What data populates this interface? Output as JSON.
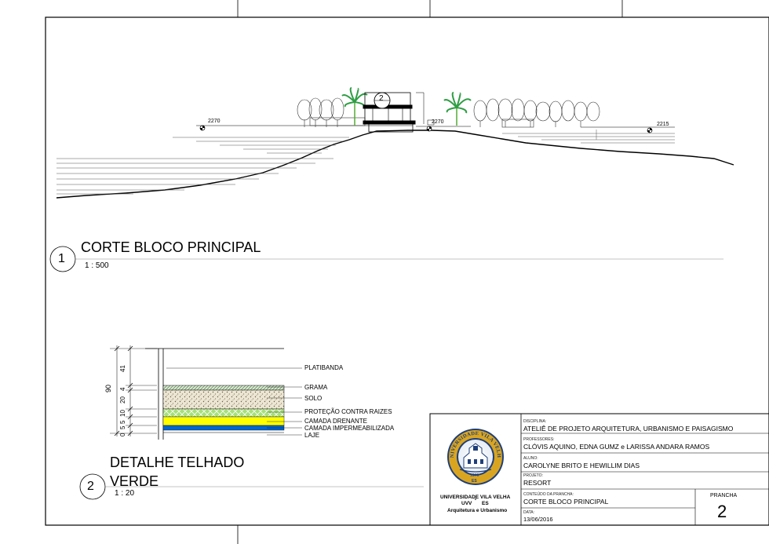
{
  "section": {
    "number": "1",
    "title": "CORTE BLOCO PRINCIPAL",
    "scale": "1 : 500",
    "callout": "2",
    "levels": [
      "2270",
      "2270",
      "2215"
    ]
  },
  "detail": {
    "number": "2",
    "title_line1": "DETALHE TELHADO",
    "title_line2": "VERDE",
    "scale": "1 : 20",
    "dimensions": {
      "total": "90",
      "d41": "41",
      "d4": "4",
      "d20": "20",
      "d10": "10",
      "d5a": "5",
      "d5b": "5",
      "d0": "0"
    },
    "layers": [
      "PLATIBANDA",
      "GRAMA",
      "SOLO",
      "PROTEÇÃO CONTRA RAIZES",
      "CAMADA DRENANTE",
      "CAMADA IMPERMEABILIZADA",
      "LAJE"
    ],
    "colors": {
      "drainage": "#ffff00",
      "waterproofing": "#0066cc",
      "root_protection": "#a6e07a"
    }
  },
  "title_block": {
    "university": "UNIVERSIDADE VILA VELHA",
    "university_short": "UVV",
    "state": "ES",
    "department": "Arquitetura e Urbanismo",
    "seal_text": "UNIVERSIDADE VILA VELHA",
    "seal_year": "1976",
    "seal_bottom": "ES",
    "disciplina_label": "DISCIPLINA:",
    "disciplina": "ATELIÊ DE PROJETO ARQUITETURA, URBANISMO E PAISAGISMO",
    "professores_label": "PROFESSORES:",
    "professores": "CLÓVIS AQUINO, EDNA GUMZ e LARISSA ANDARA RAMOS",
    "aluno_label": "ALUNO:",
    "aluno": "CAROLYNE BRITO E HEWILLIM DIAS",
    "projeto_label": "PROJETO:",
    "projeto": "RESORT",
    "conteudo_label": "CONTEÚDO DA PRANCHA:",
    "conteudo": "CORTE BLOCO PRINCIPAL",
    "data_label": "DATA:",
    "data": "13/06/2016",
    "prancha_label": "PRANCHA",
    "prancha": "2"
  }
}
